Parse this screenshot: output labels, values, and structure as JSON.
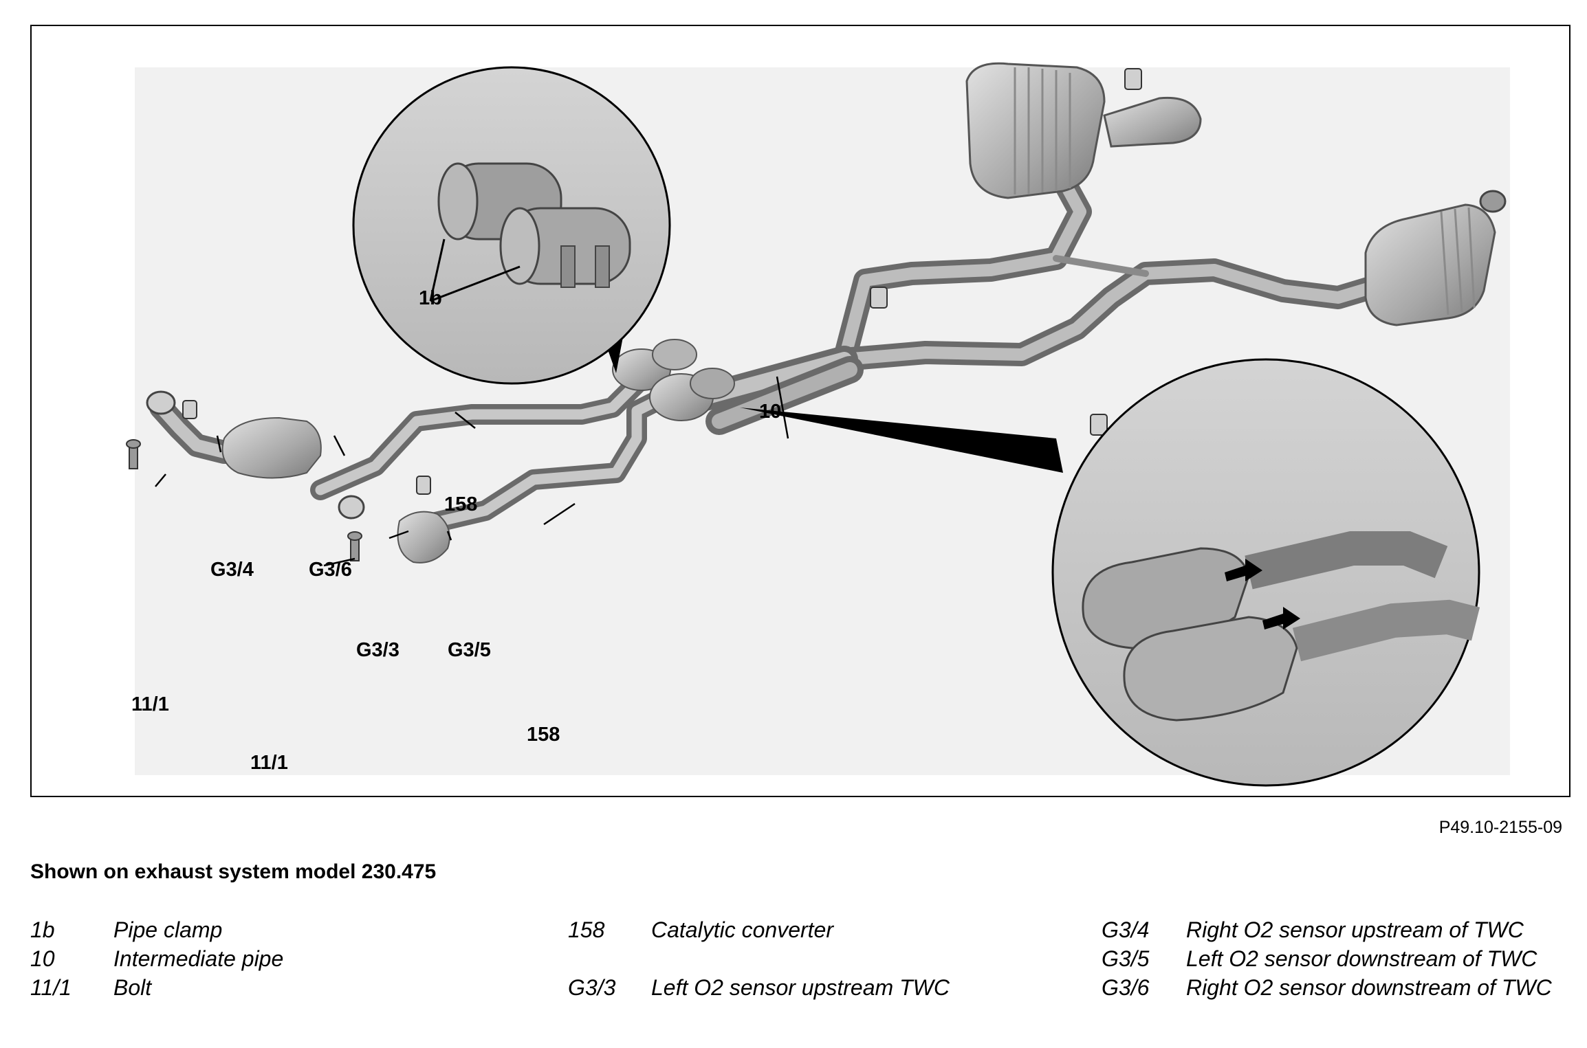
{
  "figure": {
    "reference": "P49.10-2155-09",
    "caption": "Shown on exhaust system model 230.475",
    "callouts": {
      "clamp_detail": "1b",
      "intermediate_pipe": "10",
      "cat_upper": "158",
      "cat_lower": "158",
      "sensor_g34": "G3/4",
      "sensor_g36": "G3/6",
      "sensor_g33": "G3/3",
      "sensor_g35": "G3/5",
      "bolt_upper": "11/1",
      "bolt_lower": "11/1"
    }
  },
  "legend": {
    "col1": [
      {
        "code": "1b",
        "desc": "Pipe clamp"
      },
      {
        "code": "10",
        "desc": "Intermediate pipe"
      },
      {
        "code": "11/1",
        "desc": "Bolt"
      }
    ],
    "col2": [
      {
        "code": "158",
        "desc": "Catalytic converter"
      },
      {
        "code": "G3/3",
        "desc": "Left O2 sensor upstream TWC"
      }
    ],
    "col3": [
      {
        "code": "G3/4",
        "desc": "Right O2 sensor upstream of TWC"
      },
      {
        "code": "G3/5",
        "desc": "Left O2 sensor downstream of TWC"
      },
      {
        "code": "G3/6",
        "desc": "Right O2 sensor downstream of TWC"
      }
    ]
  }
}
